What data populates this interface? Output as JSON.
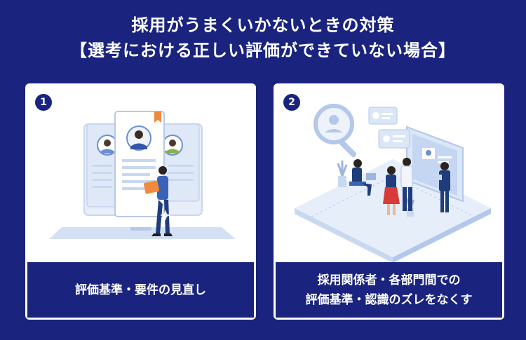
{
  "title": {
    "line1": "採用がうまくいかないときの対策",
    "line2": "【選考における正しい評価ができていない場合】"
  },
  "cards": [
    {
      "number": "1",
      "caption_lines": [
        "評価基準・要件の見直し"
      ]
    },
    {
      "number": "2",
      "caption_lines": [
        "採用関係者・各部門間での",
        "評価基準・認識のズレをなくす"
      ]
    }
  ],
  "colors": {
    "background": "#1a237e",
    "card": "#ffffff",
    "accent_light": "#c7d8f0",
    "accent_mid": "#6b8fd0",
    "orange": "#f08a3c"
  }
}
